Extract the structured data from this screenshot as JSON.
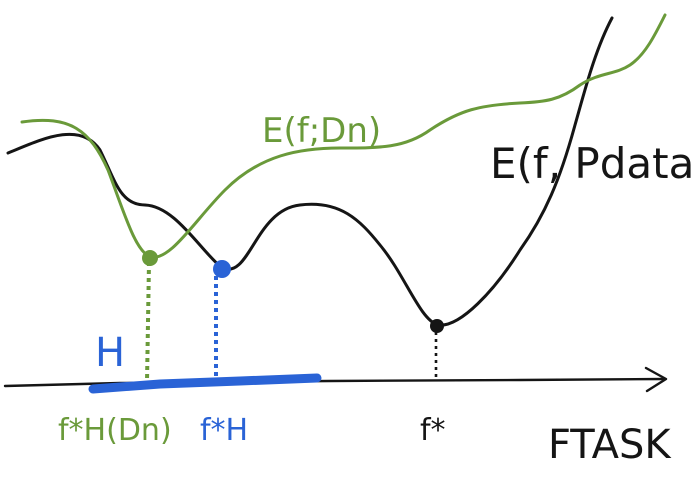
{
  "labels": {
    "empirical_risk": "E(f;Dn)",
    "true_risk": "E(f, Pdata)",
    "hypothesis_space": "H",
    "fH_Dn": "f*H(Dn)",
    "fH": "f*H",
    "f_star": "f*",
    "F_task": "FTASK"
  },
  "colors": {
    "green": "#6a9a3a",
    "blue": "#2a63d6",
    "black": "#151515"
  }
}
